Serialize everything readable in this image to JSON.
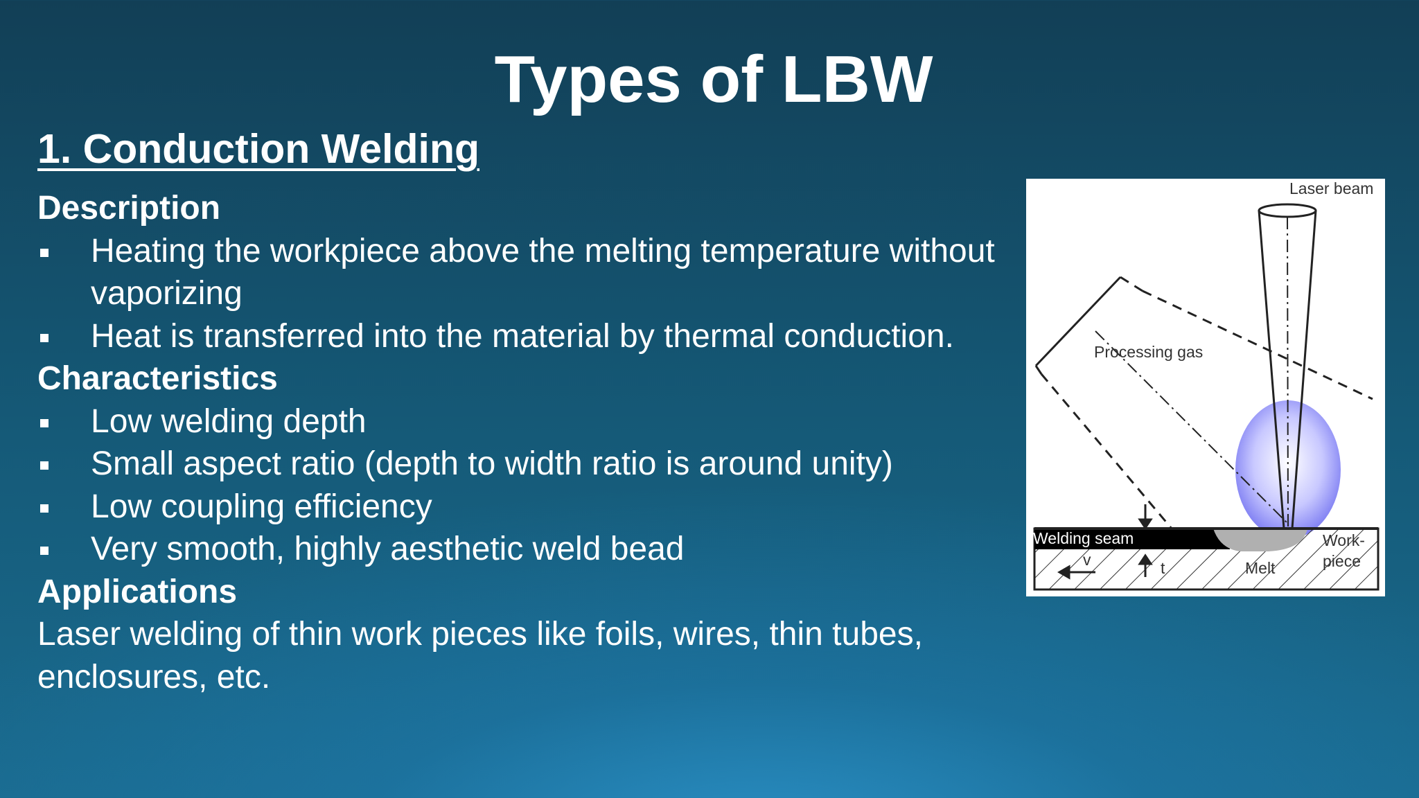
{
  "slide": {
    "title": "Types of LBW",
    "subtitle": "1. Conduction Welding",
    "sections": {
      "description": {
        "heading": "Description",
        "bullets": [
          "Heating the workpiece above the melting temperature without vaporizing",
          "Heat is transferred into the material by thermal conduction."
        ]
      },
      "characteristics": {
        "heading": "Characteristics",
        "bullets": [
          "Low welding depth",
          "Small aspect ratio (depth to width ratio is around unity)",
          "Low coupling efficiency",
          "Very smooth, highly aesthetic weld bead"
        ]
      },
      "applications": {
        "heading": "Applications",
        "text": "Laser welding of thin work pieces like foils, wires, thin tubes, enclosures, etc."
      }
    }
  },
  "figure": {
    "labels": {
      "laser_beam": "Laser beam",
      "processing_gas": "Processing gas",
      "welding_seam": "Welding seam",
      "workpiece_line1": "Work-",
      "workpiece_line2": "piece",
      "melt": "Melt",
      "velocity": "v",
      "thickness": "t"
    },
    "colors": {
      "melt_pool": "#6f6ff0",
      "weld_seam": "#000000",
      "melt": "#b0b0b0"
    }
  },
  "colors": {
    "background_top": "#123f56",
    "background_glow": "#2a8fc4",
    "text": "#ffffff"
  }
}
